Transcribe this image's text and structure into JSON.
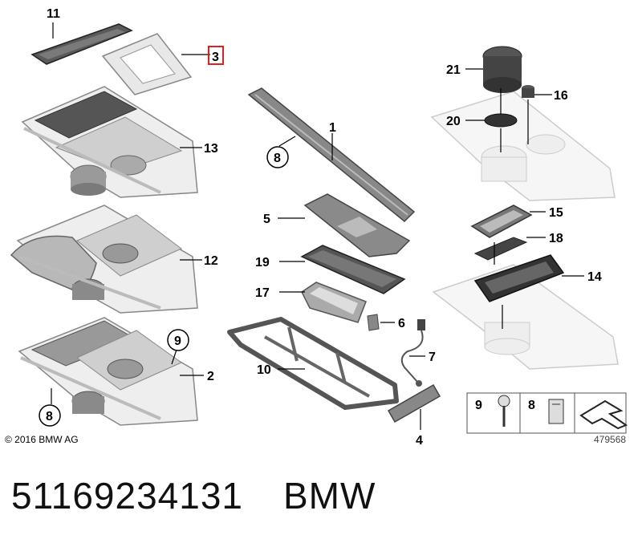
{
  "labels": {
    "l1": "1",
    "l2": "2",
    "l3": "3",
    "l4": "4",
    "l5": "5",
    "l6": "6",
    "l7": "7",
    "l10": "10",
    "l11": "11",
    "l12": "12",
    "l13": "13",
    "l14": "14",
    "l15": "15",
    "l16": "16",
    "l17": "17",
    "l18": "18",
    "l19": "19",
    "l20": "20",
    "l21": "21"
  },
  "circled": {
    "c8a": "8",
    "c8b": "8",
    "c9": "9"
  },
  "legend": {
    "screw": "9",
    "clip": "8"
  },
  "copyright": "© 2016 BMW AG",
  "image_id": "479568",
  "caption": {
    "part_number": "51169234131",
    "brand": "BMW"
  },
  "colors": {
    "highlight": "#e02020",
    "part_gray": "#888888",
    "trim_gray": "#d0d0d0",
    "dark_part": "#444444"
  }
}
